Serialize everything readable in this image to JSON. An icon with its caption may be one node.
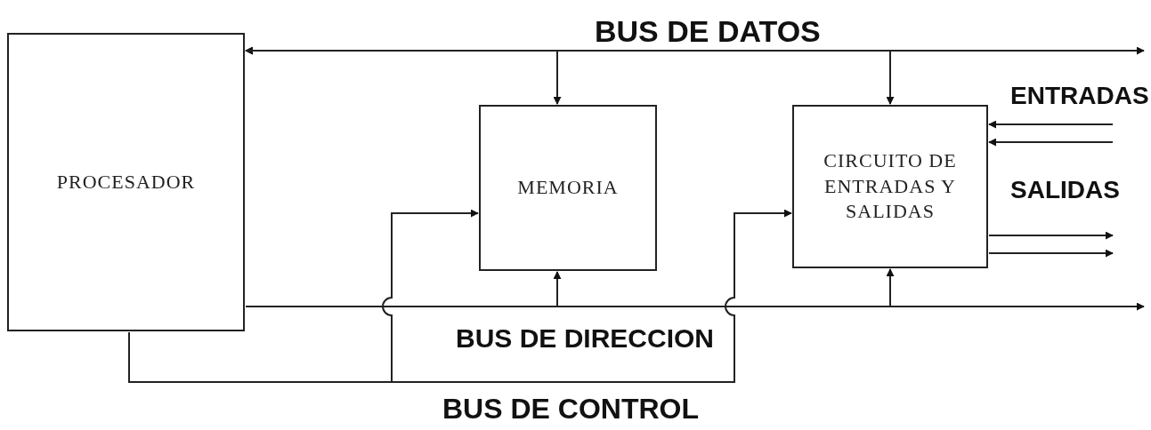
{
  "diagram": {
    "nodes": [
      {
        "text": [
          "PROCESADOR"
        ]
      },
      {
        "text": [
          "MEMORIA"
        ]
      },
      {
        "text": [
          "CIRCUITO DE ENTRADAS Y SALIDAS"
        ]
      }
    ],
    "edges": [
      {
        "from": 0,
        "to": 1,
        "arrow": "both"
      },
      {
        "from": 0,
        "to": 2,
        "arrow": "both"
      },
      {
        "from": 0,
        "to": null,
        "arrow": "to"
      },
      {
        "from": 0,
        "to": 1,
        "arrow": "to"
      },
      {
        "from": 0,
        "to": 2,
        "arrow": "to"
      },
      {
        "from": 0,
        "to": null,
        "arrow": "to"
      },
      {
        "from": 0,
        "to": 1,
        "arrow": "to"
      },
      {
        "from": 0,
        "to": 2,
        "arrow": "to"
      },
      {
        "from": null,
        "to": 2,
        "arrow": "to"
      },
      {
        "from": null,
        "to": 2,
        "arrow": "to"
      },
      {
        "from": 2,
        "to": null,
        "arrow": "to"
      },
      {
        "from": 2,
        "to": null,
        "arrow": "to"
      }
    ],
    "labels": [
      "BUS DE DATOS",
      "ENTRADAS",
      "SALIDAS",
      "BUS DE DIRECCION",
      "BUS DE CONTROL"
    ]
  }
}
